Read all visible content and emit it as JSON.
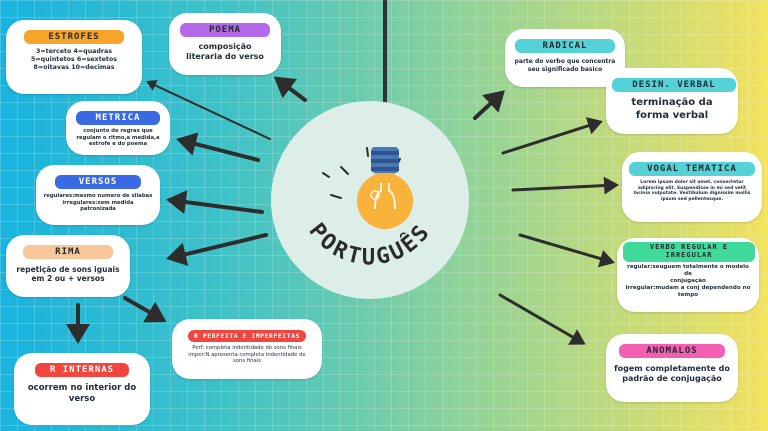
{
  "center": {
    "title": "PORTUGUÊS"
  },
  "colors": {
    "orange": "#f7a42a",
    "purple": "#b569e8",
    "blue": "#3a6ae3",
    "peach": "#f8c79a",
    "red": "#f0463e",
    "teal": "#55d2d8",
    "pink": "#f35fb2",
    "green": "#3fd99a",
    "bulb": "#f9b33a",
    "cable": "#323232"
  },
  "nodes": {
    "estrofes": {
      "title": "ESTROFES",
      "text": [
        "3=terceto 4=quadras",
        "5=quintetos 6=sextetos",
        "8=oitavas 10=decimas"
      ]
    },
    "poema": {
      "title": "POEMA",
      "text": [
        "composição",
        "literaria do verso"
      ]
    },
    "metrica": {
      "title": "METRICA",
      "text": [
        "conjunto de regras que",
        "regulam o ritmo,a medida,a",
        "estrofe e do poema"
      ]
    },
    "versos": {
      "title": "VERSOS",
      "text": [
        "regulares:mesmo numero de silabas",
        "irregulares:sem medida",
        "patronizada"
      ]
    },
    "rima": {
      "title": "RIMA",
      "text": [
        "repetição de sons iguais",
        "em 2 ou + versos"
      ]
    },
    "rima_perfeita": {
      "title": "R PERFEITA E IMPERFEITAS",
      "text": [
        "Perf: completa indentidade de sons finais",
        "imper:N apresenta completa indentidade de",
        "sons finais"
      ]
    },
    "rima_interna": {
      "title": "R INTERNAS",
      "text": [
        "ocorrem no interior do",
        "verso"
      ]
    },
    "radical": {
      "title": "RADICAL",
      "text": [
        "parte do verbo que concentra",
        "seu significado basico"
      ]
    },
    "desin_verbal": {
      "title": "DESIN. VERBAL",
      "text": [
        "terminação da",
        "forma verbal"
      ]
    },
    "vogal_tematica": {
      "title": "VOGAL TEMATICA",
      "text": [
        "Lorem ipsum dolor sit amet, consectetur",
        "adipiscing elit. Suspendisse in mi sed velit",
        "lacinia vulputate. Vestibulum dignissim mollis",
        "ipsum sed pellentesque."
      ]
    },
    "verbo_regular": {
      "title": "VERBO REGULAR E IRREGULAR",
      "text": [
        "regular:seuguem totalmente o modelo de",
        "conjugação",
        "irregular:mudam a conj dependendo no",
        "tempo"
      ]
    },
    "anomalos": {
      "title": "ANOMALOS",
      "text": [
        "fogem completamente do",
        "padrão de conjugação"
      ]
    }
  }
}
